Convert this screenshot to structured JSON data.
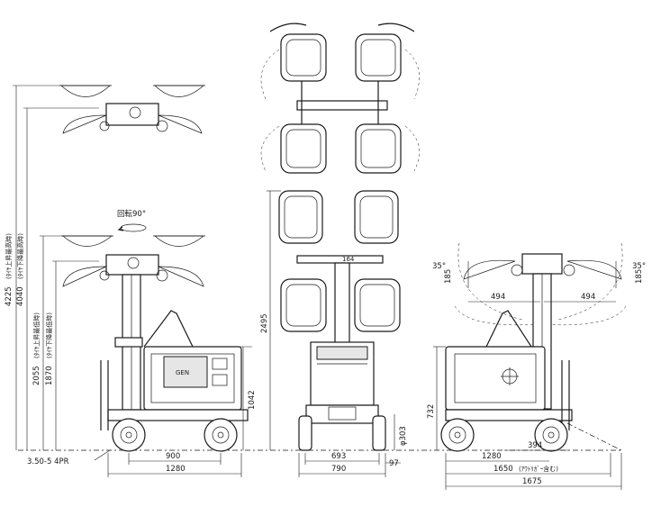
{
  "dimensions": {
    "height_max": "4225",
    "height_max_note": "(ﾀｲﾔ上昇最高時)",
    "height_max_no_tire": "4040",
    "height_max_no_tire_note": "(ﾀｲﾔ下降最高時)",
    "height_min": "2055",
    "height_min_note": "(ﾀｲﾔ上昇最低時)",
    "height_min_no_tire": "1870",
    "height_min_no_tire_note": "(ﾀｲﾔ下降最低時)",
    "rotation_label": "回転90°",
    "body_height": "1042",
    "wheelbase": "900",
    "side_length": "1280",
    "tire_spec": "3.50-5  4PR",
    "front_height": "2495",
    "front_lamp_width": "164",
    "front_wheel_track": "693",
    "front_width": "790",
    "front_overhang": "97",
    "wheel_dia": "φ303",
    "rear_angle_left": "35°",
    "rear_angle_right": "35°",
    "rear_offset_left": "185",
    "rear_offset_right": "185",
    "rear_span_left": "494",
    "rear_span_right": "494",
    "rear_base_height": "732",
    "rear_length": "1280",
    "rear_gap": "394",
    "rear_outrigger": "1650",
    "rear_outrigger_note": "(ｱｳﾄﾘｶﾞｰ含む)",
    "rear_total": "1675"
  },
  "panel_text": "GEN"
}
